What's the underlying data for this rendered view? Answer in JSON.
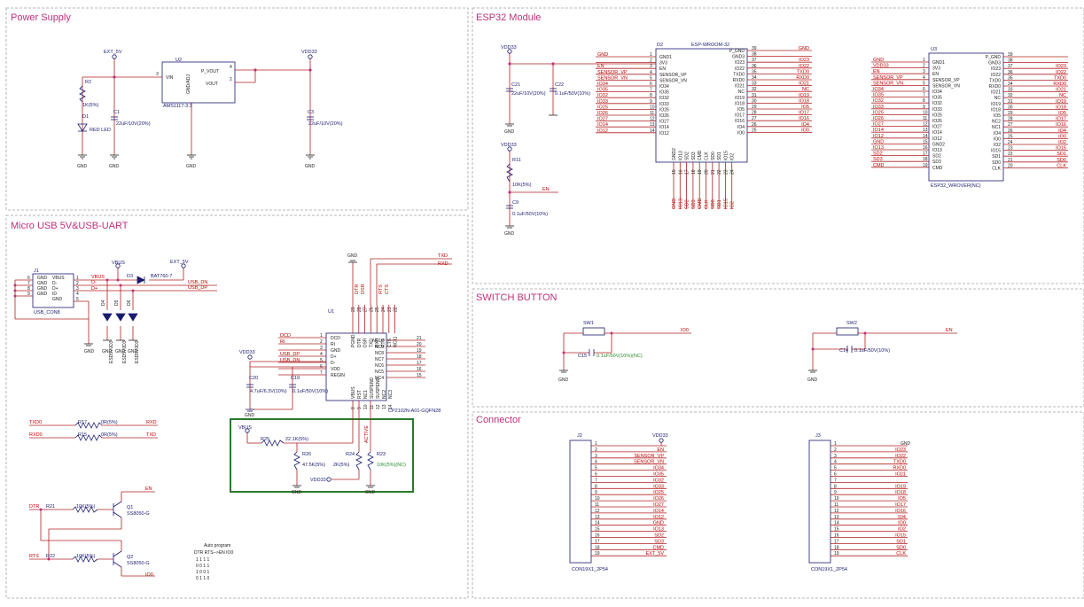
{
  "colors": {
    "wire": "#b02020",
    "part": "#1a1a70",
    "section": "#c0307a",
    "dash": "#a0a0a0",
    "highlight": "#2a7a2a"
  },
  "sections": {
    "power": "Power Supply",
    "usb": "Micro USB  5V&USB-UART",
    "esp32": "ESP32 Module",
    "switch": "SWITCH BUTTON",
    "connector": "Connector"
  },
  "power": {
    "ext5v": "EXT_5V",
    "vdd33": "VDD33",
    "u2_ref": "U2",
    "u2_part": "AMS1117-3.3",
    "pin_vin": "VIN",
    "pin_pvout": "P_VOUT",
    "pin_vout": "VOUT",
    "pin_gndadj": "GND/ADJ",
    "pin3": "3",
    "pin4": "4",
    "pin2": "2",
    "pin1": "1",
    "r2": "R2",
    "r2_val": "1K(5%)",
    "d1": "D1",
    "d1_val": "RED LED",
    "c1": "C1",
    "c1_val": "22uF/10V(20%)",
    "c3": "C3",
    "c3_val": "22uF/10V(20%)",
    "gnd": "GND"
  },
  "usb": {
    "j1": "J1",
    "j1_part": "USB_CON8",
    "j1_pins": [
      "VBUS",
      "D-",
      "D+",
      "ID",
      "GND",
      "GND",
      "GND",
      "GND",
      "GND"
    ],
    "j1_nums_l": [
      "6",
      "7",
      "8",
      "9"
    ],
    "j1_nums_r": [
      "1",
      "2",
      "3",
      "4",
      "5"
    ],
    "j1_nets": [
      "VBUS",
      "D-",
      "D+"
    ],
    "vbus": "VBUS",
    "d3": "D3",
    "d3_part": "BAT760-7",
    "ext5v": "EXT_5V",
    "usb_dn": "USB_DN",
    "usb_dp": "USB_DP",
    "esd": [
      "D4",
      "D5",
      "D6"
    ],
    "esd_part": "ESD5V0D3",
    "gnd": "GND",
    "u1": "U1",
    "u1_part": "CP2102N-A01-GQFN28",
    "u1_left": [
      "DCD",
      "RI",
      "GND",
      "D+",
      "D-",
      "VDD",
      "REGIN"
    ],
    "u1_left_nums": [
      "1",
      "2",
      "3",
      "4",
      "5",
      "6",
      "7"
    ],
    "u1_left_nets": [
      "DCD",
      "RI",
      "",
      "USB_DP",
      "USB_DN",
      "",
      ""
    ],
    "u1_right": [
      "NC10",
      "NC9",
      "NC8",
      "NC7",
      "NC6",
      "NC5",
      "NC4"
    ],
    "u1_right_nums": [
      "21",
      "20",
      "19",
      "18",
      "17",
      "16",
      "15"
    ],
    "u1_top": [
      "PGND",
      "DTR",
      "DSR",
      "TXD",
      "RXD",
      "RTS",
      "CTS",
      "NC11"
    ],
    "u1_top_nums": [
      "29",
      "28",
      "27",
      "26",
      "25",
      "24",
      "23",
      "22"
    ],
    "u1_bot": [
      "VBUS",
      "RST",
      "NC1",
      "SUSPEND",
      "SUSPEND",
      "NC2",
      "NC3"
    ],
    "u1_bot_nums": [
      "8",
      "9",
      "10",
      "11",
      "12",
      "13",
      "14"
    ],
    "txd": "TXD",
    "rxd": "RXD",
    "dtr": "DTR",
    "rts": "RTS",
    "dsr": "DSR",
    "cts": "CTS",
    "active": "ACTIVE",
    "vdd33": "VDD33",
    "c20": "C20",
    "c20_val": "4.7uF/6.3V(10%)",
    "c19": "C19",
    "c19_val": "0.1uF/50V(10%)",
    "r25": "R25",
    "r25_val": "22.1K(5%)",
    "r26": "R26",
    "r26_val": "47.5K(5%)",
    "r24": "R24",
    "r24_val": "2K(5%)",
    "r23": "R23",
    "r23_val": "10K(5%)(NC)",
    "txd0": "TXD0",
    "rxd0": "RXD0",
    "r17": "R17",
    "r17_val": "0R(5%)",
    "r15": "R15",
    "r15_val": "0R(5%)",
    "txd_r": "TXD",
    "q1": "Q1",
    "q1_part": "SS8050-G",
    "q2": "Q2",
    "q2_part": "SS8050-G",
    "r21": "R21",
    "r21_val": "10K(5%)",
    "r22": "R22",
    "r22_val": "10K(5%)",
    "en": "EN",
    "io0": "IO0",
    "auto_title": "Auto program",
    "auto_header": "DTR  RTS-->EN  IO0",
    "auto_rows": [
      "1        1         1     1",
      "0        0         1     1",
      "1        0         0     1",
      "0        1         1     0"
    ]
  },
  "esp32": {
    "vdd33": "VDD33",
    "c21": "C21",
    "c21_val": "22uF/10V(20%)",
    "c22": "C22",
    "c22_val": "0.1uF/50V(10%)",
    "r11": "R11",
    "r11_val": "10K(5%)",
    "c9": "C9",
    "c9_val": "0.1uF/50V(10%)",
    "en": "EN",
    "gnd": "GND",
    "d2": "D2",
    "d2_part": "ESP-WROOM-32",
    "d2_left_nets": [
      "GND",
      "",
      "EN",
      "SENSOR_VP",
      "SENSOR_VN",
      "IO34",
      "IO35",
      "IO32",
      "IO33",
      "IO25",
      "IO26",
      "IO27",
      "IO14",
      "IO12"
    ],
    "d2_left_pins": [
      "GND1",
      "3V3",
      "EN",
      "SENSOR_VP",
      "SENSOR_VN",
      "IO34",
      "IO35",
      "IO32",
      "IO33",
      "IO25",
      "IO26",
      "IO27",
      "IO14",
      "IO12"
    ],
    "d2_left_nums": [
      "1",
      "2",
      "3",
      "4",
      "5",
      "6",
      "7",
      "8",
      "9",
      "10",
      "11",
      "12",
      "13",
      "14"
    ],
    "d2_right_pins": [
      "P_GND",
      "GND3",
      "IO23",
      "IO22",
      "TXD0",
      "RXD0",
      "IO21",
      "NC",
      "IO19",
      "IO18",
      "IO5",
      "IO17",
      "IO16",
      "IO4",
      "IO0"
    ],
    "d2_right_nums": [
      "39",
      "38",
      "37",
      "36",
      "35",
      "34",
      "33",
      "32",
      "31",
      "30",
      "29",
      "28",
      "27",
      "26",
      "25"
    ],
    "d2_right_nets": [
      "GND",
      "",
      "IO23",
      "IO22",
      "TXD0",
      "RXD0",
      "IO21",
      "NC",
      "IO19",
      "IO18",
      "IO5",
      "IO17",
      "IO16",
      "IO4",
      "IO0"
    ],
    "d2_bot_pins": [
      "GND2",
      "IO13",
      "SD2",
      "SD3",
      "CMD",
      "CLK",
      "SD0",
      "SD1",
      "IO15",
      "IO2"
    ],
    "d2_bot_nums": [
      "15",
      "16",
      "17",
      "18",
      "19",
      "20",
      "21",
      "22",
      "23",
      "24"
    ],
    "d2_bot_nets": [
      "GND",
      "IO13",
      "SD2",
      "SD3",
      "CMD",
      "CLK",
      "SD0",
      "SD1",
      "IO15",
      "IO2"
    ],
    "u3": "U3",
    "u3_part": "ESP32_WROVER(NC)",
    "u3_left_nets": [
      "GND",
      "VDD33",
      "EN",
      "SENSOR_VP",
      "SENSOR_VN",
      "IO34",
      "IO35",
      "IO32",
      "IO33",
      "IO25",
      "IO26",
      "IO27",
      "IO14",
      "IO12",
      "GND",
      "IO13",
      "SD2",
      "SD3",
      "CMD"
    ],
    "u3_left_pins": [
      "GND1",
      "3V3",
      "EN",
      "SENSOR_VP",
      "SENSOR_VN",
      "IO34",
      "IO35",
      "IO32",
      "IO33",
      "IO25",
      "IO26",
      "IO27",
      "IO14",
      "IO12",
      "GND2",
      "IO13",
      "SD2",
      "SD3",
      "CMD"
    ],
    "u3_left_nums": [
      "1",
      "2",
      "3",
      "4",
      "5",
      "6",
      "7",
      "8",
      "9",
      "10",
      "11",
      "12",
      "13",
      "14",
      "15",
      "16",
      "17",
      "18",
      "19"
    ],
    "u3_right_pins": [
      "P_GND",
      "GND3",
      "IO23",
      "IO22",
      "TXD0",
      "RXD0",
      "IO21",
      "NC",
      "IO19",
      "IO18",
      "IO5",
      "NC2",
      "NC1",
      "IO4",
      "IO0",
      "IO2",
      "IO15",
      "SD1",
      "SD0",
      "CLK"
    ],
    "u3_right_nums": [
      "39",
      "38",
      "37",
      "36",
      "35",
      "34",
      "33",
      "32",
      "31",
      "30",
      "29",
      "28",
      "27",
      "26",
      "25",
      "24",
      "23",
      "22",
      "21",
      "20"
    ],
    "u3_right_nets": [
      "",
      "",
      "IO23",
      "IO22",
      "TXD0",
      "RXD0",
      "IO21",
      "NC",
      "IO19",
      "IO18",
      "IO5",
      "IO17",
      "IO16",
      "IO4",
      "IO0",
      "IO2",
      "IO15",
      "SD1",
      "SD0",
      "CLK"
    ]
  },
  "switch": {
    "sw1": "SW1",
    "c15": "C15",
    "c15_val": "0.1uF/50V(10%)(NC)",
    "io0": "IO0",
    "sw2": "SW2",
    "c14": "C14",
    "c14_val": "0.1uF/50V(10%)",
    "en": "EN",
    "gnd": "GND"
  },
  "connector": {
    "j2": "J2",
    "j2_part": "CON19X1_2P54",
    "vdd33": "VDD33",
    "j2_nets": [
      "",
      "EN",
      "SENSOR_VP",
      "SENSOR_VN",
      "IO34",
      "IO35",
      "IO32",
      "IO33",
      "IO25",
      "IO26",
      "IO27",
      "IO14",
      "IO12",
      "GND",
      "IO13",
      "SD2",
      "SD3",
      "CMD",
      "EXT_5V"
    ],
    "j3": "J3",
    "j3_part": "CON19X1_2P54",
    "gnd": "GND",
    "j3_nets": [
      "",
      "IO23",
      "IO22",
      "TXD0",
      "RXD0",
      "IO21",
      "",
      "IO19",
      "IO18",
      "IO5",
      "IO17",
      "IO16",
      "IO4",
      "IO0",
      "IO2",
      "IO15",
      "SD1",
      "SD0",
      "CLK"
    ],
    "pin_nums": [
      "1",
      "2",
      "3",
      "4",
      "5",
      "6",
      "7",
      "8",
      "9",
      "10",
      "11",
      "12",
      "13",
      "14",
      "15",
      "16",
      "17",
      "18",
      "19"
    ]
  }
}
